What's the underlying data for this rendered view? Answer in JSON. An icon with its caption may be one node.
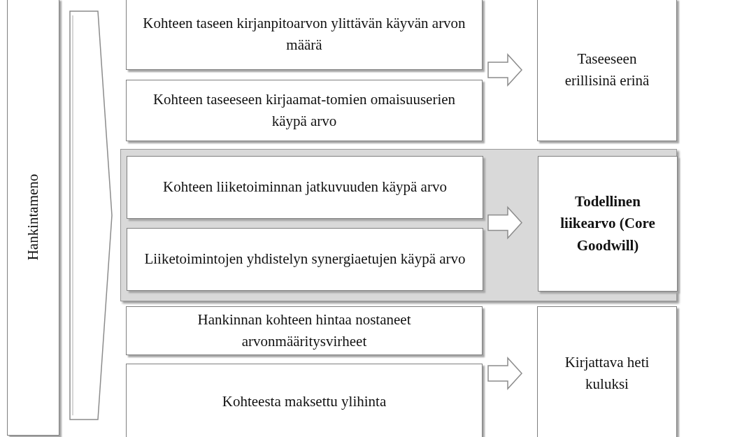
{
  "diagram": {
    "nodes": [
      {
        "text": [
          "Hankintameno"
        ]
      },
      {
        "text": [
          "Kohteen taseen kirjanpitoarvon ylittävän käyvän arvon määrä"
        ]
      },
      {
        "text": [
          "Kohteen taseeseen kirjaamat-tomien omaisuuserien käypä arvo"
        ]
      },
      {
        "text": [
          "Taseeseen erillisinä erinä"
        ]
      },
      {
        "text": [],
        "shape": "band"
      },
      {
        "text": [
          "Kohteen liiketoiminnan jatkuvuuden käypä arvo"
        ],
        "in": 4
      },
      {
        "text": [
          "Liiketoimintojen yhdistelyn synergiaetujen käypä arvo"
        ],
        "in": 4
      },
      {
        "text": [
          "Todellinen liikearvo (Core Goodwill)"
        ],
        "in": 4
      },
      {
        "text": [
          "Hankinnan kohteen hintaa nostaneet arvonmääritysvirheet"
        ]
      },
      {
        "text": [
          "Kohteesta maksettu ylihinta"
        ]
      },
      {
        "text": [
          "Kirjattava heti kuluksi"
        ]
      }
    ],
    "edges": [
      {
        "from": 1,
        "to": 3,
        "arrow": "to"
      },
      {
        "from": 2,
        "to": 3,
        "arrow": "to"
      },
      {
        "from": 5,
        "to": 7,
        "arrow": "to"
      },
      {
        "from": 6,
        "to": 7,
        "arrow": "to"
      },
      {
        "from": 8,
        "to": 10,
        "arrow": "to"
      },
      {
        "from": 9,
        "to": 10,
        "arrow": "to"
      }
    ]
  }
}
